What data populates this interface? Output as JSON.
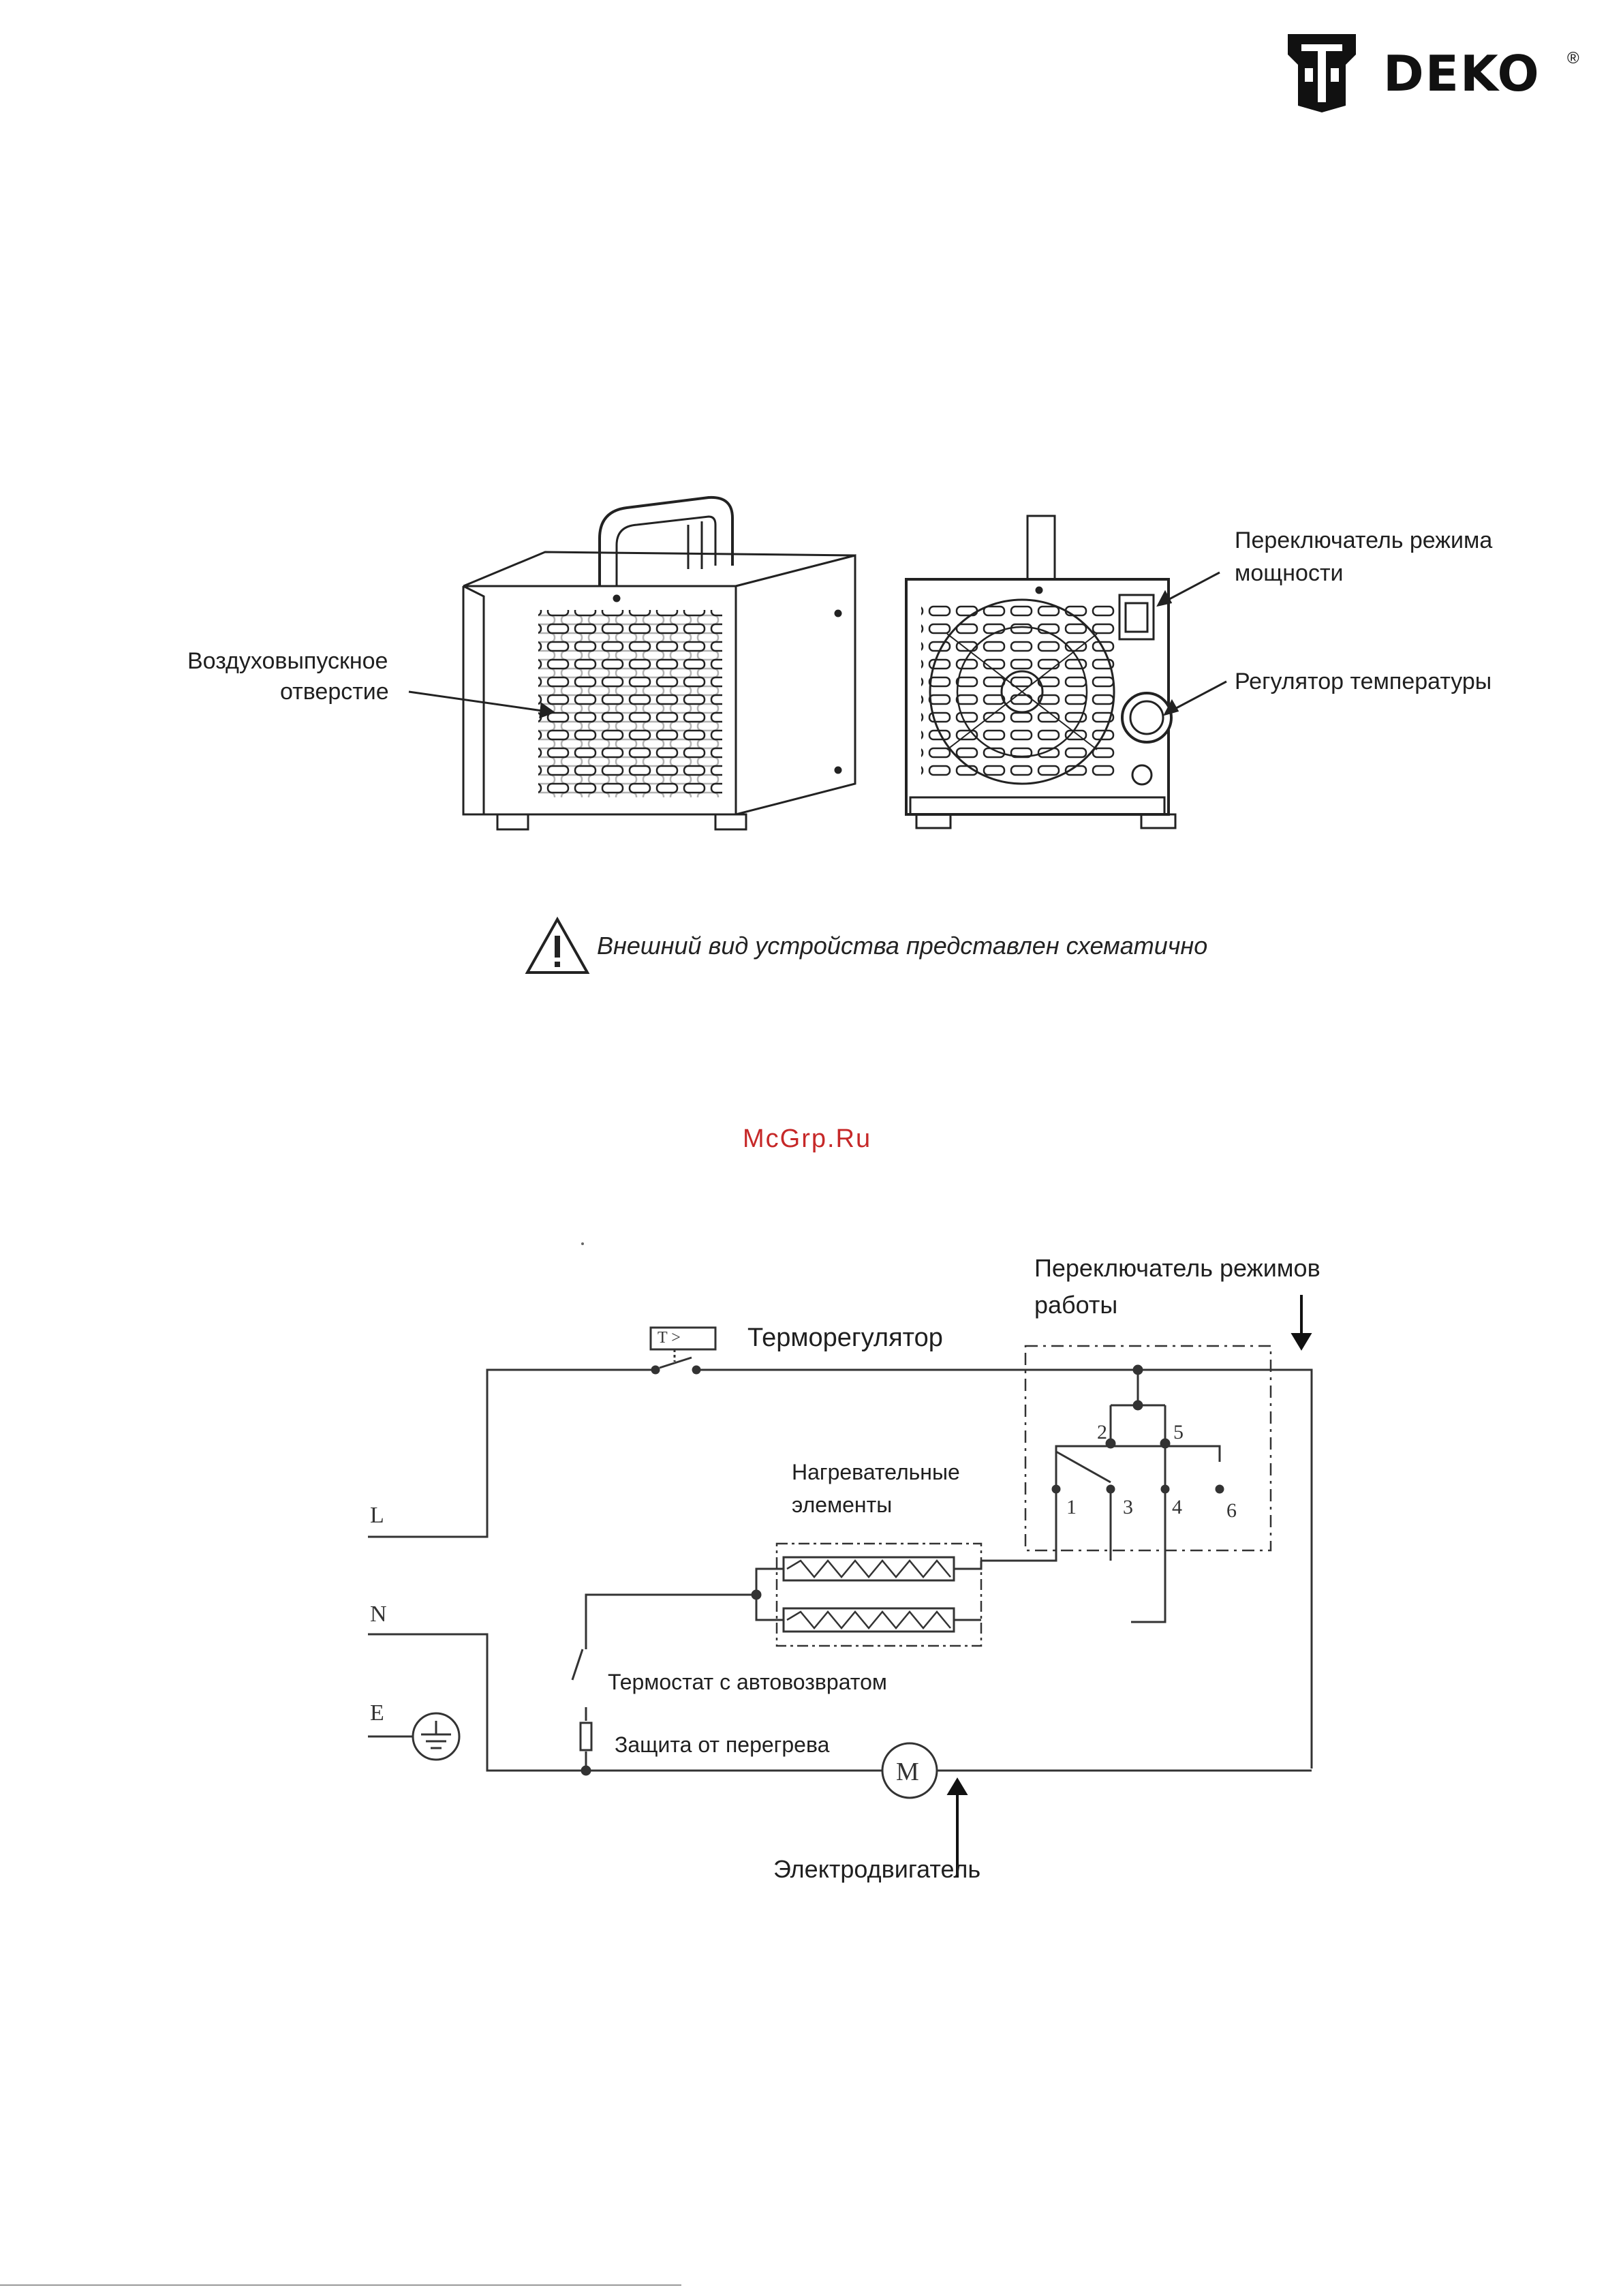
{
  "brand": {
    "name": "DEKO",
    "registered": "®"
  },
  "device_labels": {
    "air_outlet_line1": "Воздуховыпускное",
    "air_outlet_line2": "отверстие",
    "power_switch_line1": "Переключатель режима",
    "power_switch_line2": "мощности",
    "temp_regulator": "Регулятор температуры"
  },
  "warning": {
    "text": "Внешний вид устройства представлен схематично",
    "icon": "warning-triangle-icon"
  },
  "watermark": "McGrp.Ru",
  "schematic": {
    "mode_switch_line1": "Переключатель режимов",
    "mode_switch_line2": "работы",
    "thermoregulator": "Терморегулятор",
    "thermoregulator_symbol": "T >",
    "heating_line1": "Нагревательные",
    "heating_line2": "элементы",
    "auto_thermostat": "Термостат с автовозвратом",
    "overheat": "Защита от перегрева",
    "motor": "Электродвигатель",
    "motor_symbol": "M",
    "terminal_L": "L",
    "terminal_N": "N",
    "terminal_E": "E",
    "contacts": [
      "1",
      "2",
      "3",
      "4",
      "5",
      "6"
    ]
  }
}
